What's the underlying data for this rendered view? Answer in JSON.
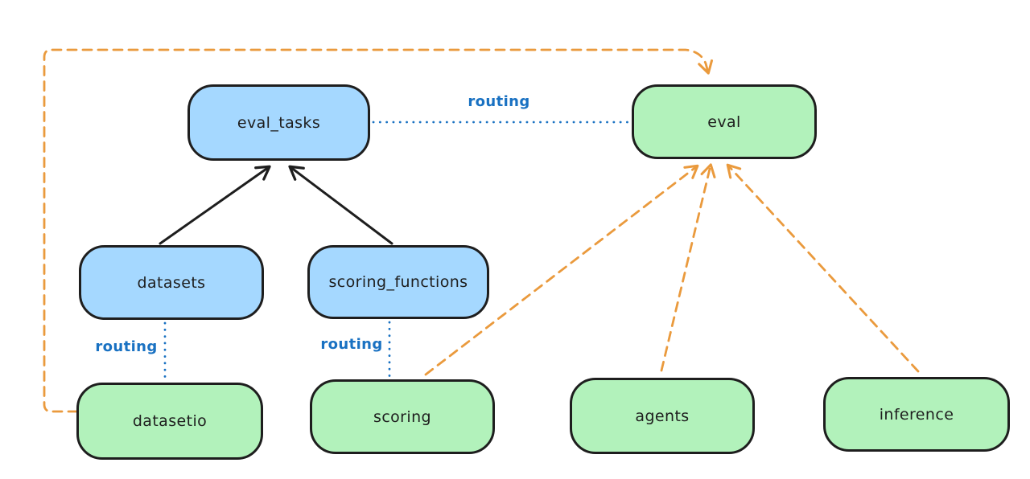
{
  "diagram": {
    "type": "architecture-diagram",
    "background_color": "#ffffff",
    "colors": {
      "resource_fill_blue": "#a5d8ff",
      "provider_fill_green": "#b2f2bb",
      "stroke_black": "#1e1e1e",
      "routing_blue": "#1971c2",
      "dashed_orange": "#ea9a3d"
    },
    "nodes": [
      {
        "id": "eval_tasks",
        "label": "eval_tasks",
        "fill": "#a5d8ff"
      },
      {
        "id": "eval",
        "label": "eval",
        "fill": "#b2f2bb"
      },
      {
        "id": "datasets",
        "label": "datasets",
        "fill": "#a5d8ff"
      },
      {
        "id": "scoring_functions",
        "label": "scoring_functions",
        "fill": "#a5d8ff"
      },
      {
        "id": "datasetio",
        "label": "datasetio",
        "fill": "#b2f2bb"
      },
      {
        "id": "scoring",
        "label": "scoring",
        "fill": "#b2f2bb"
      },
      {
        "id": "agents",
        "label": "agents",
        "fill": "#b2f2bb"
      },
      {
        "id": "inference",
        "label": "inference",
        "fill": "#b2f2bb"
      }
    ],
    "edges": [
      {
        "from": "eval_tasks",
        "to": "eval",
        "style": "dotted-blue",
        "label": "routing"
      },
      {
        "from": "datasets",
        "to": "datasetio",
        "style": "dotted-blue",
        "label": "routing"
      },
      {
        "from": "scoring_functions",
        "to": "scoring",
        "style": "dotted-blue",
        "label": "routing"
      },
      {
        "from": "datasets",
        "to": "eval_tasks",
        "style": "solid-black-arrow",
        "label": ""
      },
      {
        "from": "scoring_functions",
        "to": "eval_tasks",
        "style": "solid-black-arrow",
        "label": ""
      },
      {
        "from": "datasetio",
        "to": "eval",
        "style": "dashed-orange-arrow",
        "label": ""
      },
      {
        "from": "scoring",
        "to": "eval",
        "style": "dashed-orange-arrow",
        "label": ""
      },
      {
        "from": "agents",
        "to": "eval",
        "style": "dashed-orange-arrow",
        "label": ""
      },
      {
        "from": "inference",
        "to": "eval",
        "style": "dashed-orange-arrow",
        "label": ""
      }
    ]
  }
}
